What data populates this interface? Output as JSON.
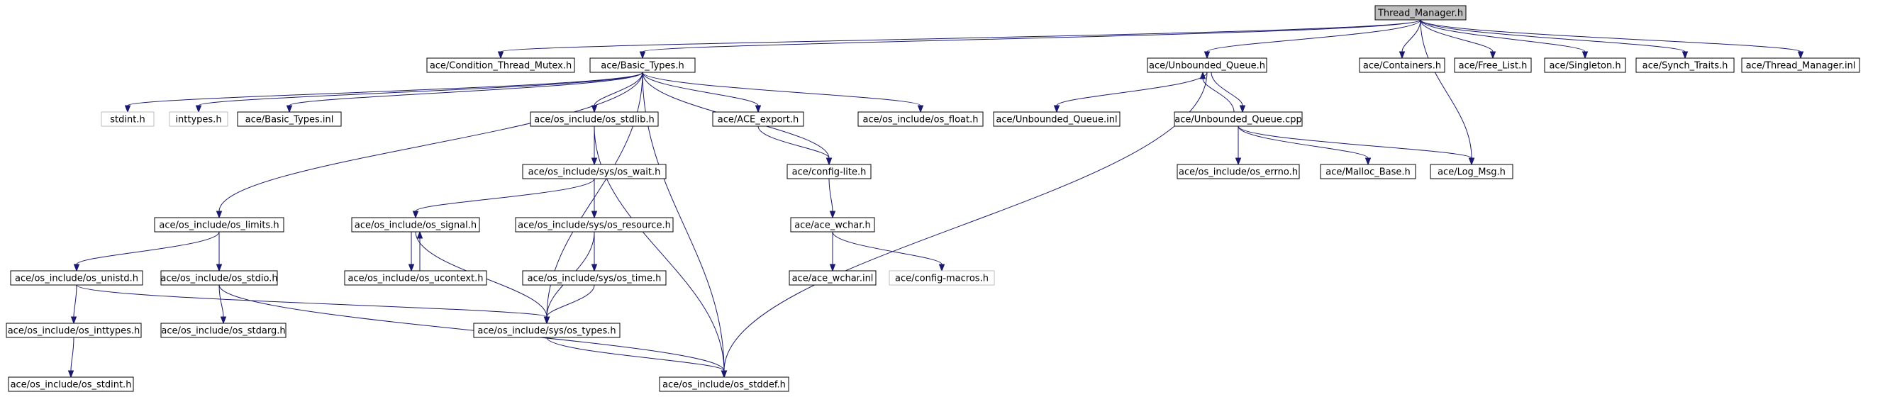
{
  "colors": {
    "edge": "#191970",
    "root_fill": "#bfbfbf",
    "external_border": "#bfbfbf",
    "node_border": "#000000"
  },
  "nodes": [
    {
      "id": "thread_manager",
      "label": "Thread_Manager.h",
      "kind": "root"
    },
    {
      "id": "condition_thread_mutex",
      "label": "ace/Condition_Thread_Mutex.h",
      "kind": "file"
    },
    {
      "id": "basic_types",
      "label": "ace/Basic_Types.h",
      "kind": "file"
    },
    {
      "id": "unbounded_queue_h",
      "label": "ace/Unbounded_Queue.h",
      "kind": "file"
    },
    {
      "id": "containers",
      "label": "ace/Containers.h",
      "kind": "file"
    },
    {
      "id": "free_list",
      "label": "ace/Free_List.h",
      "kind": "file"
    },
    {
      "id": "singleton",
      "label": "ace/Singleton.h",
      "kind": "file"
    },
    {
      "id": "synch_traits",
      "label": "ace/Synch_Traits.h",
      "kind": "file"
    },
    {
      "id": "thread_manager_inl",
      "label": "ace/Thread_Manager.inl",
      "kind": "file"
    },
    {
      "id": "stdint",
      "label": "stdint.h",
      "kind": "external"
    },
    {
      "id": "inttypes",
      "label": "inttypes.h",
      "kind": "external"
    },
    {
      "id": "basic_types_inl",
      "label": "ace/Basic_Types.inl",
      "kind": "file"
    },
    {
      "id": "os_stdlib",
      "label": "ace/os_include/os_stdlib.h",
      "kind": "file"
    },
    {
      "id": "ace_export",
      "label": "ace/ACE_export.h",
      "kind": "file"
    },
    {
      "id": "os_float",
      "label": "ace/os_include/os_float.h",
      "kind": "file"
    },
    {
      "id": "unbounded_queue_inl",
      "label": "ace/Unbounded_Queue.inl",
      "kind": "file"
    },
    {
      "id": "unbounded_queue_cpp",
      "label": "ace/Unbounded_Queue.cpp",
      "kind": "file"
    },
    {
      "id": "os_sys_wait",
      "label": "ace/os_include/sys/os_wait.h",
      "kind": "file"
    },
    {
      "id": "config_lite",
      "label": "ace/config-lite.h",
      "kind": "file"
    },
    {
      "id": "os_errno",
      "label": "ace/os_include/os_errno.h",
      "kind": "file"
    },
    {
      "id": "malloc_base",
      "label": "ace/Malloc_Base.h",
      "kind": "file"
    },
    {
      "id": "log_msg",
      "label": "ace/Log_Msg.h",
      "kind": "file"
    },
    {
      "id": "os_limits",
      "label": "ace/os_include/os_limits.h",
      "kind": "file"
    },
    {
      "id": "os_signal",
      "label": "ace/os_include/os_signal.h",
      "kind": "file"
    },
    {
      "id": "os_sys_resource",
      "label": "ace/os_include/sys/os_resource.h",
      "kind": "file"
    },
    {
      "id": "ace_wchar_h",
      "label": "ace/ace_wchar.h",
      "kind": "file"
    },
    {
      "id": "os_unistd",
      "label": "ace/os_include/os_unistd.h",
      "kind": "file"
    },
    {
      "id": "os_stdio",
      "label": "ace/os_include/os_stdio.h",
      "kind": "file"
    },
    {
      "id": "os_ucontext",
      "label": "ace/os_include/os_ucontext.h",
      "kind": "file"
    },
    {
      "id": "os_sys_time",
      "label": "ace/os_include/sys/os_time.h",
      "kind": "file"
    },
    {
      "id": "ace_wchar_inl",
      "label": "ace/ace_wchar.inl",
      "kind": "file"
    },
    {
      "id": "config_macros",
      "label": "ace/config-macros.h",
      "kind": "external"
    },
    {
      "id": "os_inttypes",
      "label": "ace/os_include/os_inttypes.h",
      "kind": "file"
    },
    {
      "id": "os_stdarg",
      "label": "ace/os_include/os_stdarg.h",
      "kind": "file"
    },
    {
      "id": "os_sys_types",
      "label": "ace/os_include/sys/os_types.h",
      "kind": "file"
    },
    {
      "id": "os_stdint",
      "label": "ace/os_include/os_stdint.h",
      "kind": "file"
    },
    {
      "id": "os_stddef",
      "label": "ace/os_include/os_stddef.h",
      "kind": "file"
    }
  ],
  "edges": [
    [
      "thread_manager",
      "condition_thread_mutex"
    ],
    [
      "thread_manager",
      "basic_types"
    ],
    [
      "thread_manager",
      "unbounded_queue_h"
    ],
    [
      "thread_manager",
      "log_msg"
    ],
    [
      "thread_manager",
      "containers"
    ],
    [
      "thread_manager",
      "free_list"
    ],
    [
      "thread_manager",
      "singleton"
    ],
    [
      "thread_manager",
      "synch_traits"
    ],
    [
      "thread_manager",
      "thread_manager_inl"
    ],
    [
      "basic_types",
      "stdint"
    ],
    [
      "basic_types",
      "inttypes"
    ],
    [
      "basic_types",
      "basic_types_inl"
    ],
    [
      "basic_types",
      "os_limits"
    ],
    [
      "basic_types",
      "os_sys_types"
    ],
    [
      "basic_types",
      "os_stdlib"
    ],
    [
      "basic_types",
      "os_stddef"
    ],
    [
      "basic_types",
      "ace_export"
    ],
    [
      "basic_types",
      "config_lite"
    ],
    [
      "basic_types",
      "os_float"
    ],
    [
      "unbounded_queue_h",
      "unbounded_queue_inl"
    ],
    [
      "unbounded_queue_h",
      "unbounded_queue_cpp"
    ],
    [
      "unbounded_queue_h",
      "os_stddef"
    ],
    [
      "unbounded_queue_cpp",
      "unbounded_queue_h"
    ],
    [
      "unbounded_queue_cpp",
      "os_errno"
    ],
    [
      "unbounded_queue_cpp",
      "malloc_base"
    ],
    [
      "unbounded_queue_cpp",
      "log_msg"
    ],
    [
      "os_stdlib",
      "os_sys_wait"
    ],
    [
      "os_stdlib",
      "os_stddef"
    ],
    [
      "ace_export",
      "config_lite"
    ],
    [
      "config_lite",
      "ace_wchar_h"
    ],
    [
      "os_sys_wait",
      "os_signal"
    ],
    [
      "os_sys_wait",
      "os_sys_resource"
    ],
    [
      "os_limits",
      "os_unistd"
    ],
    [
      "os_limits",
      "os_stdio"
    ],
    [
      "os_signal",
      "os_ucontext"
    ],
    [
      "os_ucontext",
      "os_signal"
    ],
    [
      "os_signal",
      "os_sys_types"
    ],
    [
      "os_sys_resource",
      "os_sys_time"
    ],
    [
      "os_sys_resource",
      "os_sys_types"
    ],
    [
      "ace_wchar_h",
      "ace_wchar_inl"
    ],
    [
      "ace_wchar_h",
      "config_macros"
    ],
    [
      "os_unistd",
      "os_inttypes"
    ],
    [
      "os_unistd",
      "os_sys_types"
    ],
    [
      "os_stdio",
      "os_stdarg"
    ],
    [
      "os_stdio",
      "os_stddef"
    ],
    [
      "os_sys_time",
      "os_sys_types"
    ],
    [
      "os_inttypes",
      "os_stdint"
    ],
    [
      "os_sys_types",
      "os_stddef"
    ]
  ]
}
